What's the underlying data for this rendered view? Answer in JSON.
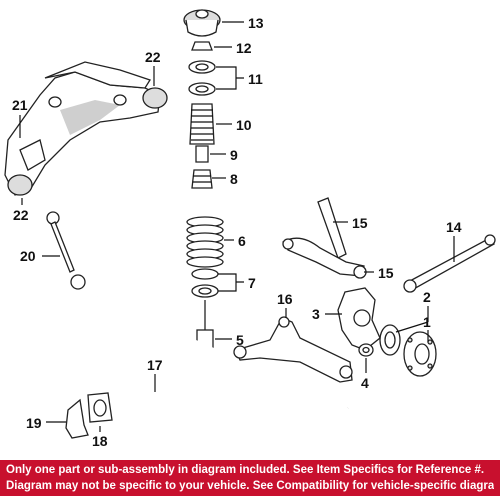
{
  "callouts": {
    "c1": "1",
    "c2": "2",
    "c3": "3",
    "c4": "4",
    "c5": "5",
    "c6": "6",
    "c7": "7",
    "c8": "8",
    "c9": "9",
    "c10": "10",
    "c11": "11",
    "c12": "12",
    "c13": "13",
    "c14": "14",
    "c15a": "15",
    "c15b": "15",
    "c16": "16",
    "c17": "17",
    "c18": "18",
    "c19": "19",
    "c20": "20",
    "c21": "21",
    "c22a": "22",
    "c22b": "22"
  },
  "disclaimer": {
    "line1": "Only one part or sub-assembly in diagram included. See Item Specifics for Reference #.",
    "line2": "Diagram may not be specific to your vehicle. See Compatibility for vehicle-specific diagrams."
  },
  "colors": {
    "banner": "#c8102e",
    "banner_text": "#ffffff"
  }
}
